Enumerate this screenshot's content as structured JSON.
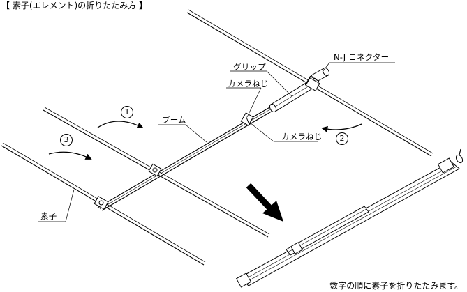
{
  "title": "【 素子(エレメント)の折りたたみ方 】",
  "labels": {
    "connector": "N-J コネクター",
    "grip": "グリップ",
    "camera_screw_top": "カメラねじ",
    "boom": "ブーム",
    "camera_screw_bottom": "カメラねじ",
    "element": "素子"
  },
  "steps": {
    "step1": "1",
    "step2": "2",
    "step3": "3"
  },
  "caption": "数字の順に素子を折りたたみます。"
}
